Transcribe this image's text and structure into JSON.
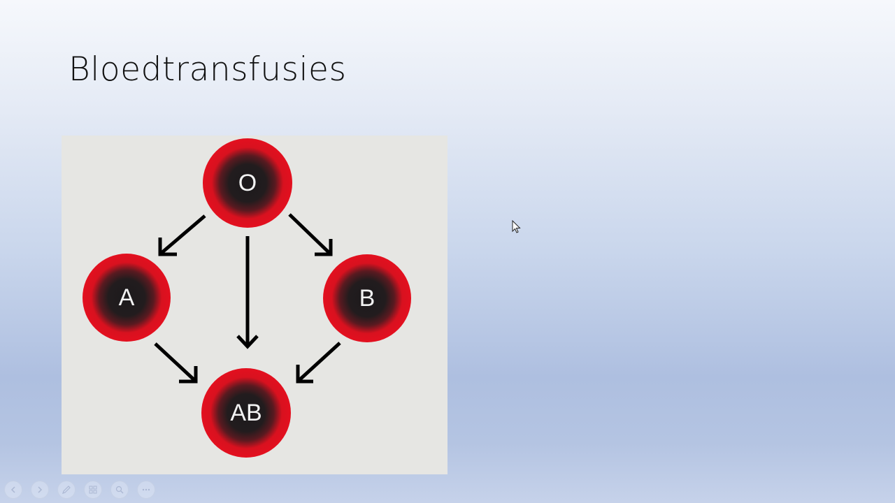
{
  "slide": {
    "title": "Bloedtransfusies"
  },
  "diagram": {
    "nodes": [
      {
        "id": "O",
        "label": "O"
      },
      {
        "id": "A",
        "label": "A"
      },
      {
        "id": "B",
        "label": "B"
      },
      {
        "id": "AB",
        "label": "AB"
      }
    ],
    "edges": [
      {
        "from": "O",
        "to": "A"
      },
      {
        "from": "O",
        "to": "B"
      },
      {
        "from": "O",
        "to": "AB"
      },
      {
        "from": "A",
        "to": "AB"
      },
      {
        "from": "B",
        "to": "AB"
      }
    ],
    "colors": {
      "cell_outer": "#e3101f",
      "cell_inner": "#1c1a1c",
      "arrow": "#000000",
      "panel": "#e6e6e3"
    }
  },
  "toolbar": {
    "buttons": [
      {
        "name": "previous-slide-button",
        "icon": "arrow-left-icon"
      },
      {
        "name": "next-slide-button",
        "icon": "arrow-right-icon"
      },
      {
        "name": "pen-tool-button",
        "icon": "pen-icon"
      },
      {
        "name": "see-all-slides-button",
        "icon": "grid-icon"
      },
      {
        "name": "zoom-button",
        "icon": "magnifier-icon"
      },
      {
        "name": "more-options-button",
        "icon": "more-icon"
      }
    ]
  }
}
